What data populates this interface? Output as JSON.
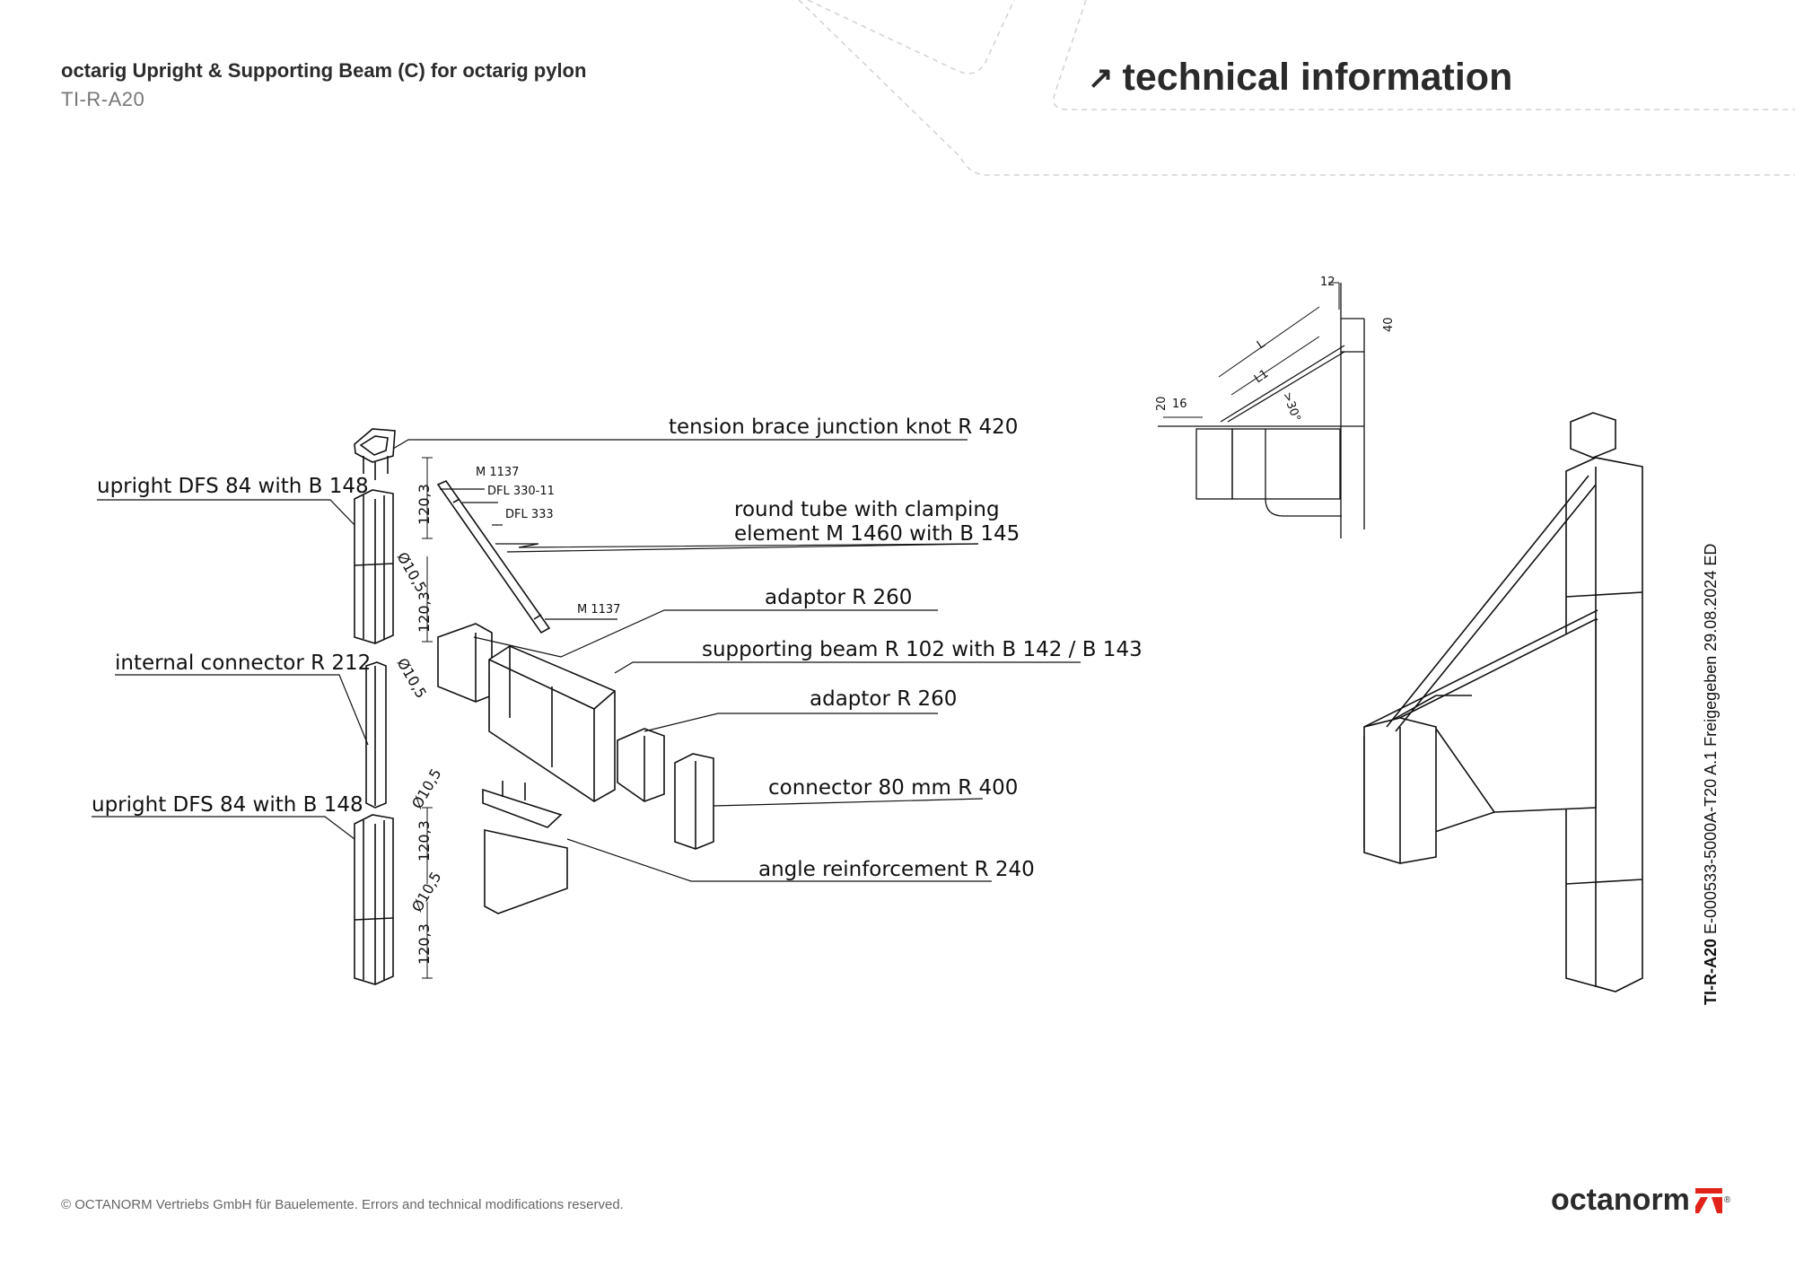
{
  "header": {
    "title": "octarig Upright & Supporting Beam (C) for octarig pylon",
    "code": "TI-R-A20",
    "section_arrow": "↗",
    "section": "technical information"
  },
  "callouts": {
    "tension_knot": "tension brace junction knot R 420",
    "upright_top": "upright DFS 84 with B 148",
    "round_tube_1": "round tube with clamping",
    "round_tube_2": "element M 1460 with B 145",
    "adaptor_1": "adaptor R 260",
    "supporting_beam": "supporting beam R 102 with B 142 / B 143",
    "internal_connector": "internal connector R 212",
    "adaptor_2": "adaptor R 260",
    "upright_bottom": "upright DFS 84 with B 148",
    "connector": "connector 80 mm R 400",
    "angle_reinforcement": "angle reinforcement R 240"
  },
  "small_labels": {
    "m1137_top": "M 1137",
    "dfl330": "DFL 330-11",
    "dfl333": "DFL 333",
    "m1137_bottom": "M 1137"
  },
  "dimensions": {
    "d1": "120,3",
    "d2": "Ø10,5",
    "d3": "120,3",
    "d4": "Ø10,5",
    "d5": "Ø10,5",
    "d6": "120,3",
    "d7": "Ø10,5",
    "d8": "120,3",
    "top_12": "12",
    "top_40": "40",
    "top_20": "20",
    "top_16": "16",
    "top_L": "L",
    "top_L1": "L1",
    "top_angle": ">30°"
  },
  "side_text": {
    "code": "TI-R-A20",
    "rest": " E-000533-5000A-T20 A.1 Freigegeben 29.08.2024 ED"
  },
  "footer": {
    "copyright": "© OCTANORM Vertriebs GmbH für Bauelemente. Errors and technical modifications reserved.",
    "brand": "octanorm",
    "reg": "®"
  },
  "colors": {
    "brand_red": "#e2231a",
    "line": "#111111",
    "dashed": "#cfcfcf"
  }
}
